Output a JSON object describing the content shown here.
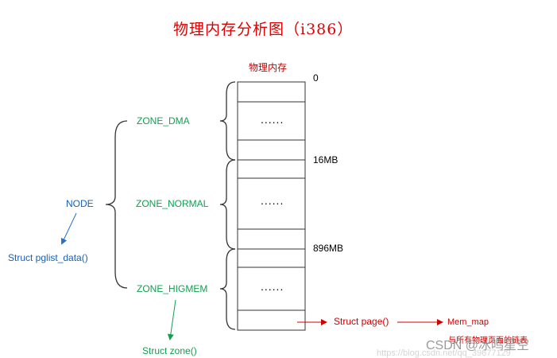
{
  "title": "物理内存分析图（i386）",
  "memory": {
    "title": "物理内存",
    "addresses": [
      "0",
      "16MB",
      "896MB"
    ],
    "ellipsis": "......"
  },
  "zones": {
    "dma": "ZONE_DMA",
    "normal": "ZONE_NORMAL",
    "highmem": "ZONE_HIGMEM"
  },
  "node": {
    "label": "NODE",
    "struct": "Struct pglist_data()"
  },
  "struct_zone": "Struct zone()",
  "struct_page": "Struct page()",
  "mem_map": {
    "label": "Mem_map",
    "description": "与所有物理页面的链表"
  },
  "watermark": {
    "brand": "CSDN @冰鸣星空",
    "url": "https://blog.csdn.net/qq_39677129"
  },
  "colors": {
    "title": "#e00000",
    "zone": "#10a050",
    "node": "#1a5fb4",
    "page": "#d00000"
  }
}
